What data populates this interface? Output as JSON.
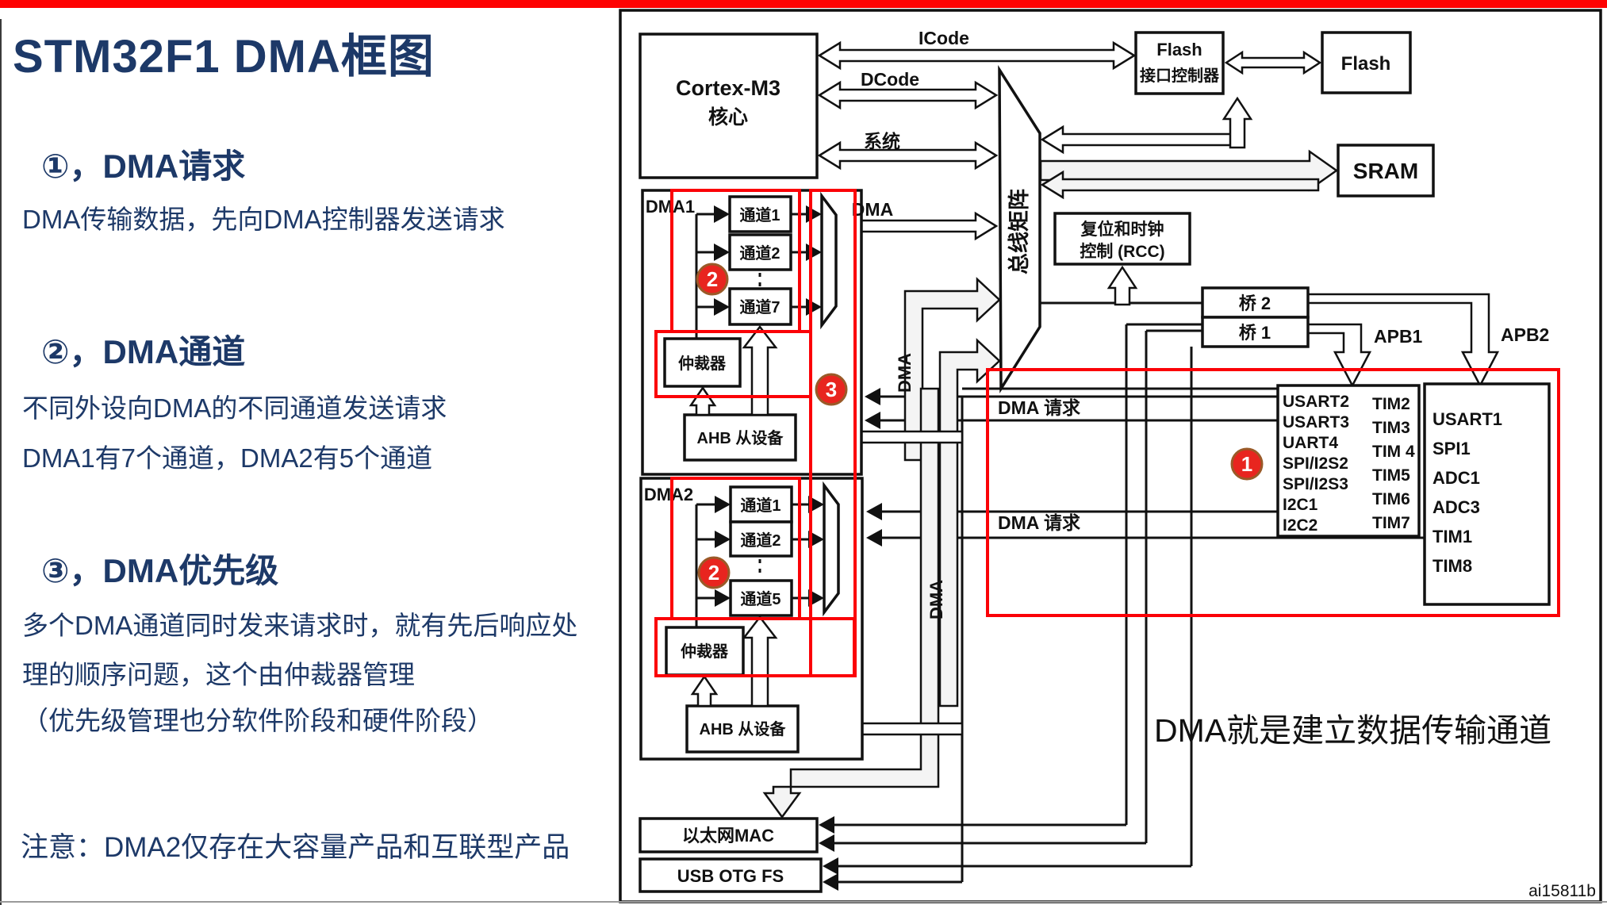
{
  "colors": {
    "accent_navy": "#1d3968",
    "red": "#fb0207",
    "line_black": "#111111"
  },
  "left_panel": {
    "title": "STM32F1 DMA框图",
    "sections": [
      {
        "heading": "①，DMA请求",
        "lines": [
          "DMA传输数据，先向DMA控制器发送请求"
        ]
      },
      {
        "heading": "②，DMA通道",
        "lines": [
          "不同外设向DMA的不同通道发送请求",
          "DMA1有7个通道，DMA2有5个通道"
        ]
      },
      {
        "heading": "③，DMA优先级",
        "lines": [
          "多个DMA通道同时发来请求时，就有先后响应处",
          "理的顺序问题，这个由仲裁器管理",
          "（优先级管理也分软件阶段和硬件阶段）"
        ]
      }
    ],
    "note": "注意：DMA2仅存在大容量产品和互联型产品"
  },
  "diagram": {
    "cortex": {
      "line1": "Cortex-M3",
      "line2": "核心"
    },
    "flash_if": {
      "line1": "Flash",
      "line2": "接口控制器"
    },
    "flash": "Flash",
    "sram": "SRAM",
    "rcc": {
      "line1": "复位和时钟",
      "line2": "控制 (RCC)"
    },
    "bus_matrix": "总线矩阵",
    "bus_labels": {
      "icode": "ICode",
      "dcode": "DCode",
      "system": "系统",
      "dma": "DMA"
    },
    "bridge2": "桥 2",
    "bridge1": "桥 1",
    "apb1_label": "APB1",
    "apb2_label": "APB2",
    "dma1": {
      "title": "DMA1",
      "ch1": "通道1",
      "ch2": "通道2",
      "chn": "通道7",
      "arbiter": "仲裁器",
      "ahb": "AHB 从设备"
    },
    "dma2": {
      "title": "DMA2",
      "ch1": "通道1",
      "ch2": "通道2",
      "chn": "通道5",
      "arbiter": "仲裁器",
      "ahb": "AHB 从设备"
    },
    "dma_request": "DMA 请求",
    "vertical_dma": "DMA",
    "apb1_col1": [
      "USART2",
      "USART3",
      "UART4",
      "SPI/I2S2",
      "SPI/I2S3",
      "I2C1",
      "I2C2"
    ],
    "apb1_col2": [
      "TIM2",
      "TIM3",
      "TIM 4",
      "TIM5",
      "TIM6",
      "TIM7"
    ],
    "apb2_list": [
      "USART1",
      "SPI1",
      "ADC1",
      "ADC3",
      "TIM1",
      "TIM8"
    ],
    "eth": "以太网MAC",
    "usb": "USB OTG FS",
    "badges": {
      "b1": "1",
      "b2": "2",
      "b3": "3"
    },
    "red_note": "DMA就是建立数据传输通道",
    "watermark": "ai15811b"
  }
}
